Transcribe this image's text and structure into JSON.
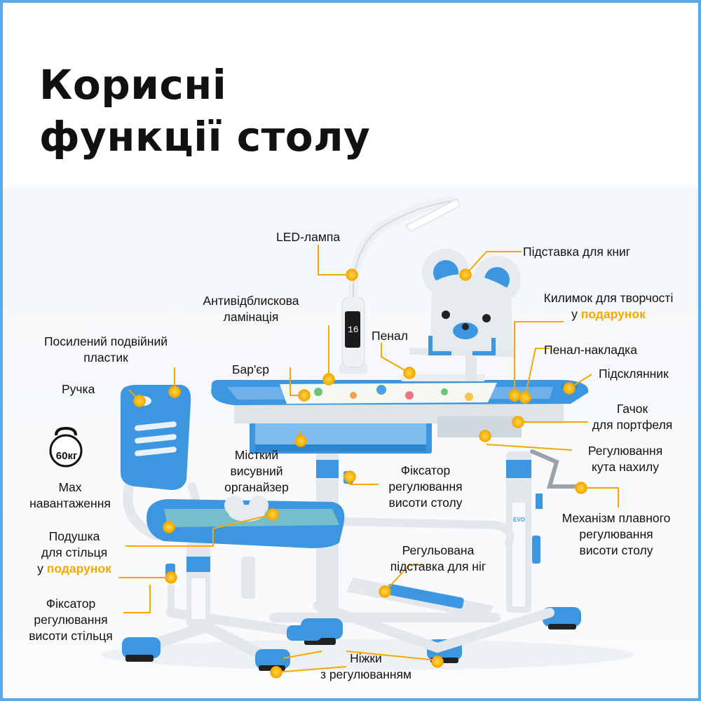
{
  "title": {
    "line1": "Корисні",
    "line2": "функції столу"
  },
  "labels": {
    "led_lamp": "LED-лампа",
    "book_stand": "Підставка для книг",
    "anti_glare_l1": "Антивідблискова",
    "anti_glare_l2": "ламінація",
    "creative_mat_l1": "Килимок для творчості",
    "creative_mat_l2_prefix": "у ",
    "creative_mat_l2_highlight": "подарунок",
    "reinforced_l1": "Посилений подвійний",
    "reinforced_l2": "пластик",
    "pencil_case": "Пенал",
    "pencil_overlay": "Пенал-накладка",
    "barrier": "Бар'єр",
    "cup_holder": "Підсклянник",
    "handle": "Ручка",
    "bag_hook_l1": "Гачок",
    "bag_hook_l2": "для портфеля",
    "organizer_l1": "Місткий",
    "organizer_l2": "висувний",
    "organizer_l3": "органайзер",
    "tilt_l1": "Регулювання",
    "tilt_l2": "кута нахилу",
    "desk_lock_l1": "Фіксатор",
    "desk_lock_l2": "регулювання",
    "desk_lock_l3": "висоти столу",
    "max_load_l1": "Max",
    "max_load_l2": "навантаження",
    "smooth_l1": "Механізм плавного",
    "smooth_l2": "регулювання",
    "smooth_l3": "висоти столу",
    "cushion_l1": "Подушка",
    "cushion_l2": "для стільця",
    "cushion_l3_prefix": "у ",
    "cushion_l3_highlight": "подарунок",
    "footrest_l1": "Регульована",
    "footrest_l2": "підставка для ніг",
    "chair_lock_l1": "Фіксатор",
    "chair_lock_l2": "регулювання",
    "chair_lock_l3": "висоти стільця",
    "legs_l1": "Ніжки",
    "legs_l2": "з регулюванням"
  },
  "weight_badge": "60кг",
  "colors": {
    "accent": "#f5a800",
    "frame": "#5aa9ea",
    "furniture_blue": "#3d97e0",
    "frame_white": "#e8ecef"
  }
}
